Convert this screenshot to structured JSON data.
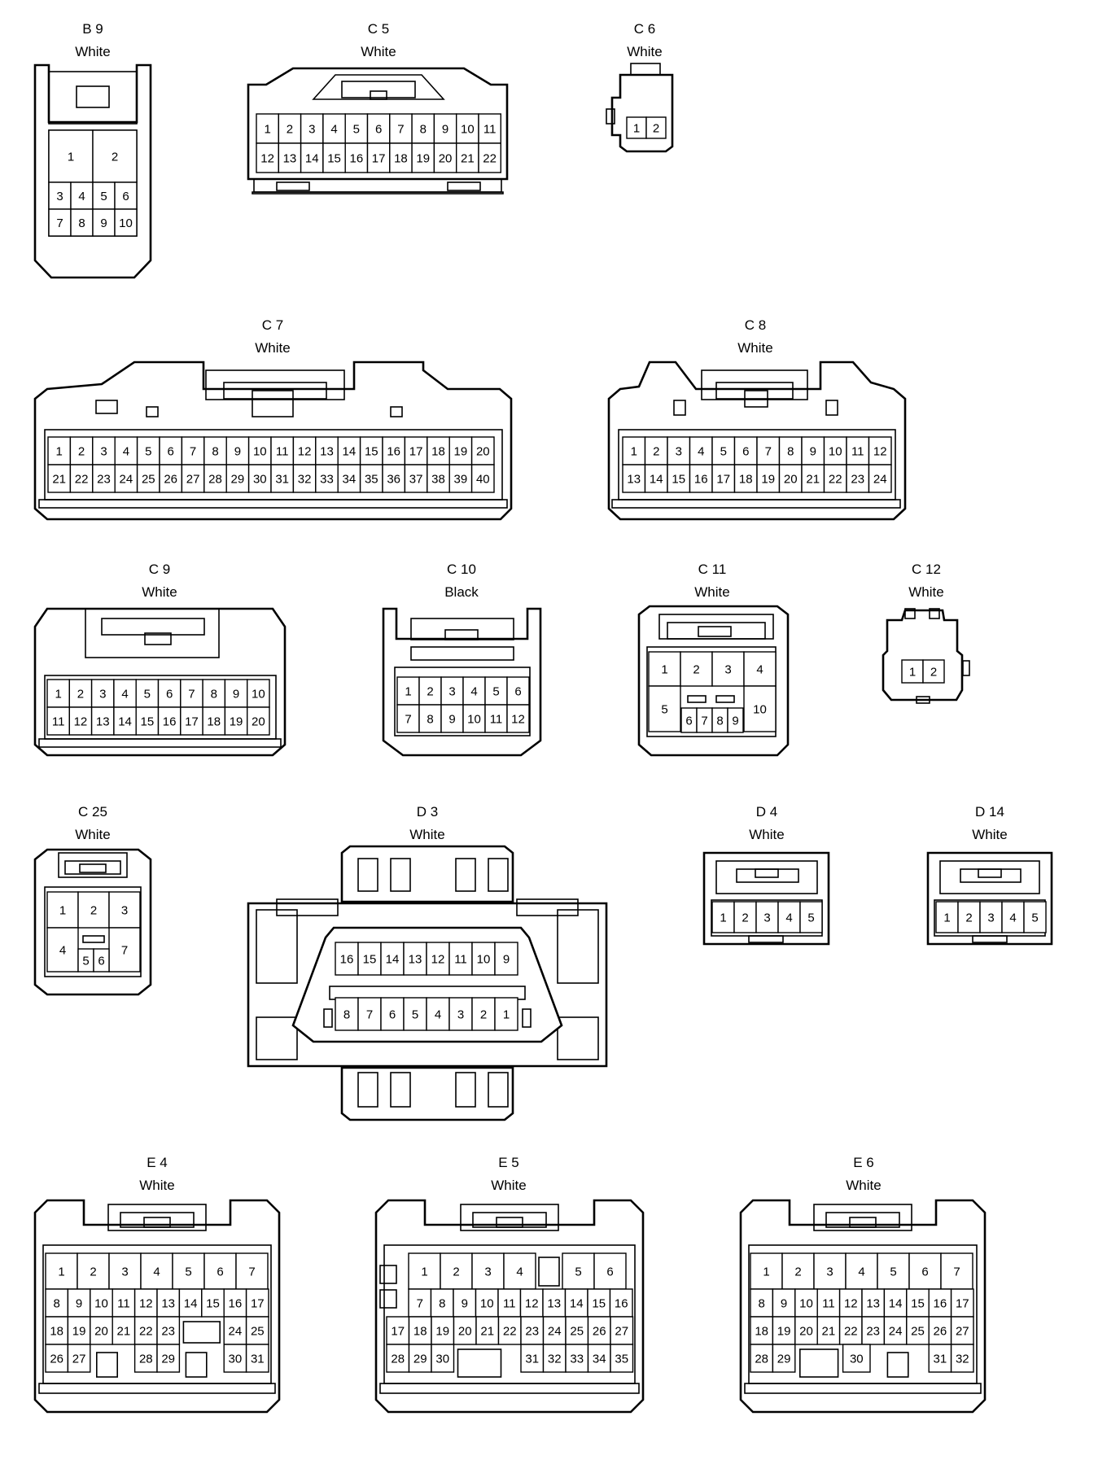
{
  "connectors": [
    {
      "id": "B9",
      "code": "B 9",
      "color": "White",
      "pins": [
        "1",
        "2",
        "3",
        "4",
        "5",
        "6",
        "7",
        "8",
        "9",
        "10"
      ]
    },
    {
      "id": "C5",
      "code": "C 5",
      "color": "White",
      "pins": [
        "1",
        "2",
        "3",
        "4",
        "5",
        "6",
        "7",
        "8",
        "9",
        "10",
        "11",
        "12",
        "13",
        "14",
        "15",
        "16",
        "17",
        "18",
        "19",
        "20",
        "21",
        "22"
      ]
    },
    {
      "id": "C6",
      "code": "C 6",
      "color": "White",
      "pins": [
        "1",
        "2"
      ]
    },
    {
      "id": "C7",
      "code": "C 7",
      "color": "White",
      "pins": [
        "1",
        "2",
        "3",
        "4",
        "5",
        "6",
        "7",
        "8",
        "9",
        "10",
        "11",
        "12",
        "13",
        "14",
        "15",
        "16",
        "17",
        "18",
        "19",
        "20",
        "21",
        "22",
        "23",
        "24",
        "25",
        "26",
        "27",
        "28",
        "29",
        "30",
        "31",
        "32",
        "33",
        "34",
        "35",
        "36",
        "37",
        "38",
        "39",
        "40"
      ]
    },
    {
      "id": "C8",
      "code": "C 8",
      "color": "White",
      "pins": [
        "1",
        "2",
        "3",
        "4",
        "5",
        "6",
        "7",
        "8",
        "9",
        "10",
        "11",
        "12",
        "13",
        "14",
        "15",
        "16",
        "17",
        "18",
        "19",
        "20",
        "21",
        "22",
        "23",
        "24"
      ]
    },
    {
      "id": "C9",
      "code": "C 9",
      "color": "White",
      "pins": [
        "1",
        "2",
        "3",
        "4",
        "5",
        "6",
        "7",
        "8",
        "9",
        "10",
        "11",
        "12",
        "13",
        "14",
        "15",
        "16",
        "17",
        "18",
        "19",
        "20"
      ]
    },
    {
      "id": "C10",
      "code": "C 10",
      "color": "Black",
      "pins": [
        "1",
        "2",
        "3",
        "4",
        "5",
        "6",
        "7",
        "8",
        "9",
        "10",
        "11",
        "12"
      ]
    },
    {
      "id": "C11",
      "code": "C 11",
      "color": "White",
      "pins": [
        "1",
        "2",
        "3",
        "4",
        "5",
        "6",
        "7",
        "8",
        "9",
        "10"
      ]
    },
    {
      "id": "C12",
      "code": "C 12",
      "color": "White",
      "pins": [
        "1",
        "2"
      ]
    },
    {
      "id": "C25",
      "code": "C 25",
      "color": "White",
      "pins": [
        "1",
        "2",
        "3",
        "4",
        "5",
        "6",
        "7"
      ]
    },
    {
      "id": "D3",
      "code": "D 3",
      "color": "White",
      "pins": [
        "16",
        "15",
        "14",
        "13",
        "12",
        "11",
        "10",
        "9",
        "8",
        "7",
        "6",
        "5",
        "4",
        "3",
        "2",
        "1"
      ]
    },
    {
      "id": "D4",
      "code": "D 4",
      "color": "White",
      "pins": [
        "1",
        "2",
        "3",
        "4",
        "5"
      ]
    },
    {
      "id": "D14",
      "code": "D 14",
      "color": "White",
      "pins": [
        "1",
        "2",
        "3",
        "4",
        "5"
      ]
    },
    {
      "id": "E4",
      "code": "E 4",
      "color": "White",
      "pins": [
        "1",
        "2",
        "3",
        "4",
        "5",
        "6",
        "7",
        "8",
        "9",
        "10",
        "11",
        "12",
        "13",
        "14",
        "15",
        "16",
        "17",
        "18",
        "19",
        "20",
        "21",
        "22",
        "23",
        "24",
        "25",
        "26",
        "27",
        "28",
        "29",
        "30",
        "31"
      ]
    },
    {
      "id": "E5",
      "code": "E 5",
      "color": "White",
      "pins": [
        "1",
        "2",
        "3",
        "4",
        "5",
        "6",
        "7",
        "8",
        "9",
        "10",
        "11",
        "12",
        "13",
        "14",
        "15",
        "16",
        "17",
        "18",
        "19",
        "20",
        "21",
        "22",
        "23",
        "24",
        "25",
        "26",
        "27",
        "28",
        "29",
        "30",
        "31",
        "32",
        "33",
        "34",
        "35"
      ]
    },
    {
      "id": "E6",
      "code": "E 6",
      "color": "White",
      "pins": [
        "1",
        "2",
        "3",
        "4",
        "5",
        "6",
        "7",
        "8",
        "9",
        "10",
        "11",
        "12",
        "13",
        "14",
        "15",
        "16",
        "17",
        "18",
        "19",
        "20",
        "21",
        "22",
        "23",
        "24",
        "25",
        "26",
        "27",
        "28",
        "29",
        "30",
        "31",
        "32"
      ]
    }
  ]
}
